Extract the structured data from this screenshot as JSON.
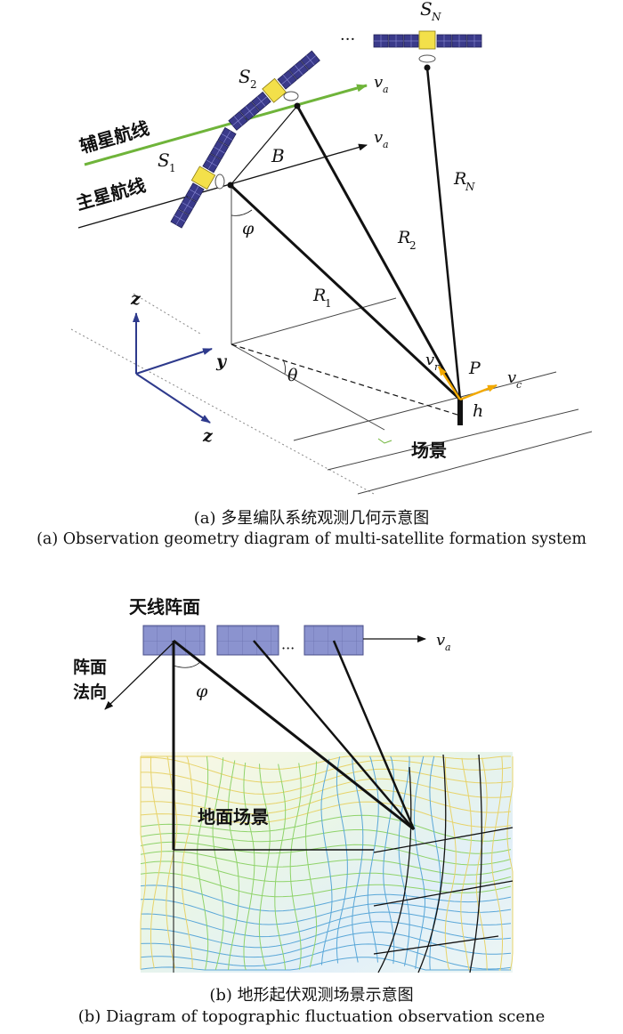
{
  "figure_a": {
    "labels": {
      "aux_track": "辅星航线",
      "main_track": "主星航线",
      "sat_1": "S",
      "sat_1_sub": "1",
      "sat_2": "S",
      "sat_2_sub": "2",
      "sat_n": "S",
      "sat_n_sub": "N",
      "ellipsis": "···",
      "baseline": "B",
      "v": "v",
      "v_a_sub": "a",
      "v_r_sub": "r",
      "v_c_sub": "c",
      "phi": "φ",
      "theta": "θ",
      "r": "R",
      "r1_sub": "1",
      "r2_sub": "2",
      "rn_sub": "N",
      "axis_z_up": "z",
      "axis_y": "y",
      "axis_z_front": "z",
      "point_p": "P",
      "height_h": "h",
      "scene": "场景"
    },
    "caption_cn": "(a) 多星编队系统观测几何示意图",
    "caption_en": "(a) Observation geometry diagram of multi-satellite formation system"
  },
  "figure_b": {
    "labels": {
      "antenna_array": "天线阵面",
      "array_normal_1": "阵面",
      "array_normal_2": "法向",
      "ellipsis": "···",
      "v": "v",
      "v_a_sub": "a",
      "phi": "φ",
      "ground_scene": "地面场景"
    },
    "caption_cn": "(b) 地形起伏观测场景示意图",
    "caption_en": "(b) Diagram of topographic fluctuation observation scene"
  },
  "colors": {
    "aux_track": "#6fb43a",
    "axis_blue": "#2e3a8c",
    "velocity_orange": "#f2a900",
    "panel_fill": "#8b93cf",
    "satellite_panel": "#3a3a8a",
    "satellite_body": "#f3e04a",
    "terrain_blue": "#5aa7d8",
    "terrain_green": "#8fd36a",
    "terrain_yellow": "#e7d36a"
  }
}
